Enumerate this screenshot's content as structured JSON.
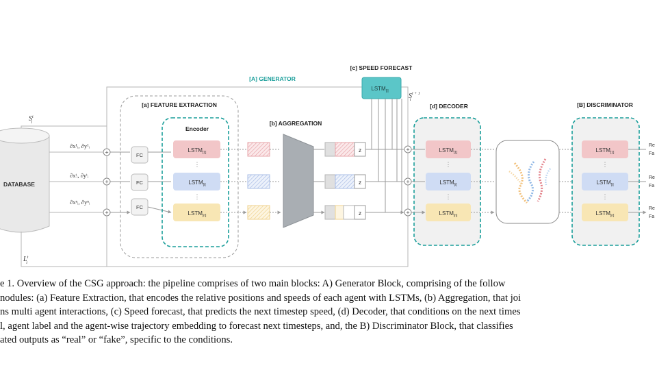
{
  "diagram": {
    "generator_label": "[A] GENERATOR",
    "speed_forecast_label": "[c] SPEED FORECAST",
    "feature_extraction_label": "[a] FEATURE EXTRACTION",
    "aggregation_label": "[b] AGGREGATION",
    "decoder_label": "[d] DECODER",
    "discriminator_label": "[B] DISCRIMINATOR",
    "encoder_label": "Encoder",
    "database_label": "DATABASE",
    "s_input": "S",
    "s_input_sub": "t",
    "s_input_sup": "i",
    "l_input": "L",
    "l_input_sup": "t",
    "l_input_sub": "i",
    "s_next": "S",
    "s_next_sup": "t + 1",
    "s_next_sub": "i",
    "fc_label": "FC",
    "z_label": "z",
    "lstm_speed": "LSTM",
    "lstm_speed_sub": "[i]",
    "delta_rows": [
      "∂x¹ᵢ, ∂y¹ᵢ",
      "∂xᵗᵢ, ∂yᵗᵢ",
      "∂xⁿᵢ, ∂yⁿᵢ"
    ],
    "encoder_lstms": [
      {
        "label": "LSTM",
        "sub": "[1]"
      },
      {
        "label": "LSTM",
        "sub": "[i]"
      },
      {
        "label": "LSTM",
        "sub": "[n]"
      }
    ],
    "decoder_lstms": [
      {
        "label": "LSTM",
        "sub": "[1]"
      },
      {
        "label": "LSTM",
        "sub": "[i]"
      },
      {
        "label": "LSTM",
        "sub": "[n]"
      }
    ],
    "disc_lstms": [
      {
        "label": "LSTM",
        "sub": "[1]"
      },
      {
        "label": "LSTM",
        "sub": "[i]"
      },
      {
        "label": "LSTM",
        "sub": "[n]"
      }
    ],
    "outputs": [
      [
        "Re",
        "Fa"
      ],
      [
        "Re",
        "Fa"
      ],
      [
        "Re",
        "Fa"
      ]
    ],
    "colors": {
      "teal": "#1a9e9a",
      "speed_box": "#5bc6c8",
      "red": "#f2c6c8",
      "blue": "#cfdcf4",
      "yellow": "#f8e6b4",
      "gray": "#f0f0f0",
      "line": "#9a9a9a"
    }
  },
  "caption": {
    "lines": [
      "e 1. Overview of the CSG approach: the pipeline comprises of two main blocks: A) Generator Block, comprising of the follow",
      "nodules: (a) Feature Extraction, that encodes the relative positions and speeds of each agent with LSTMs, (b) Aggregation, that joi",
      "ns multi agent interactions, (c) Speed forecast, that predicts the next timestep speed, (d) Decoder, that conditions on the next times",
      "l, agent label and the agent-wise trajectory embedding to forecast next timesteps, and, the B) Discriminator Block, that classifies",
      "ated outputs as “real” or “fake”, specific to the conditions."
    ]
  }
}
